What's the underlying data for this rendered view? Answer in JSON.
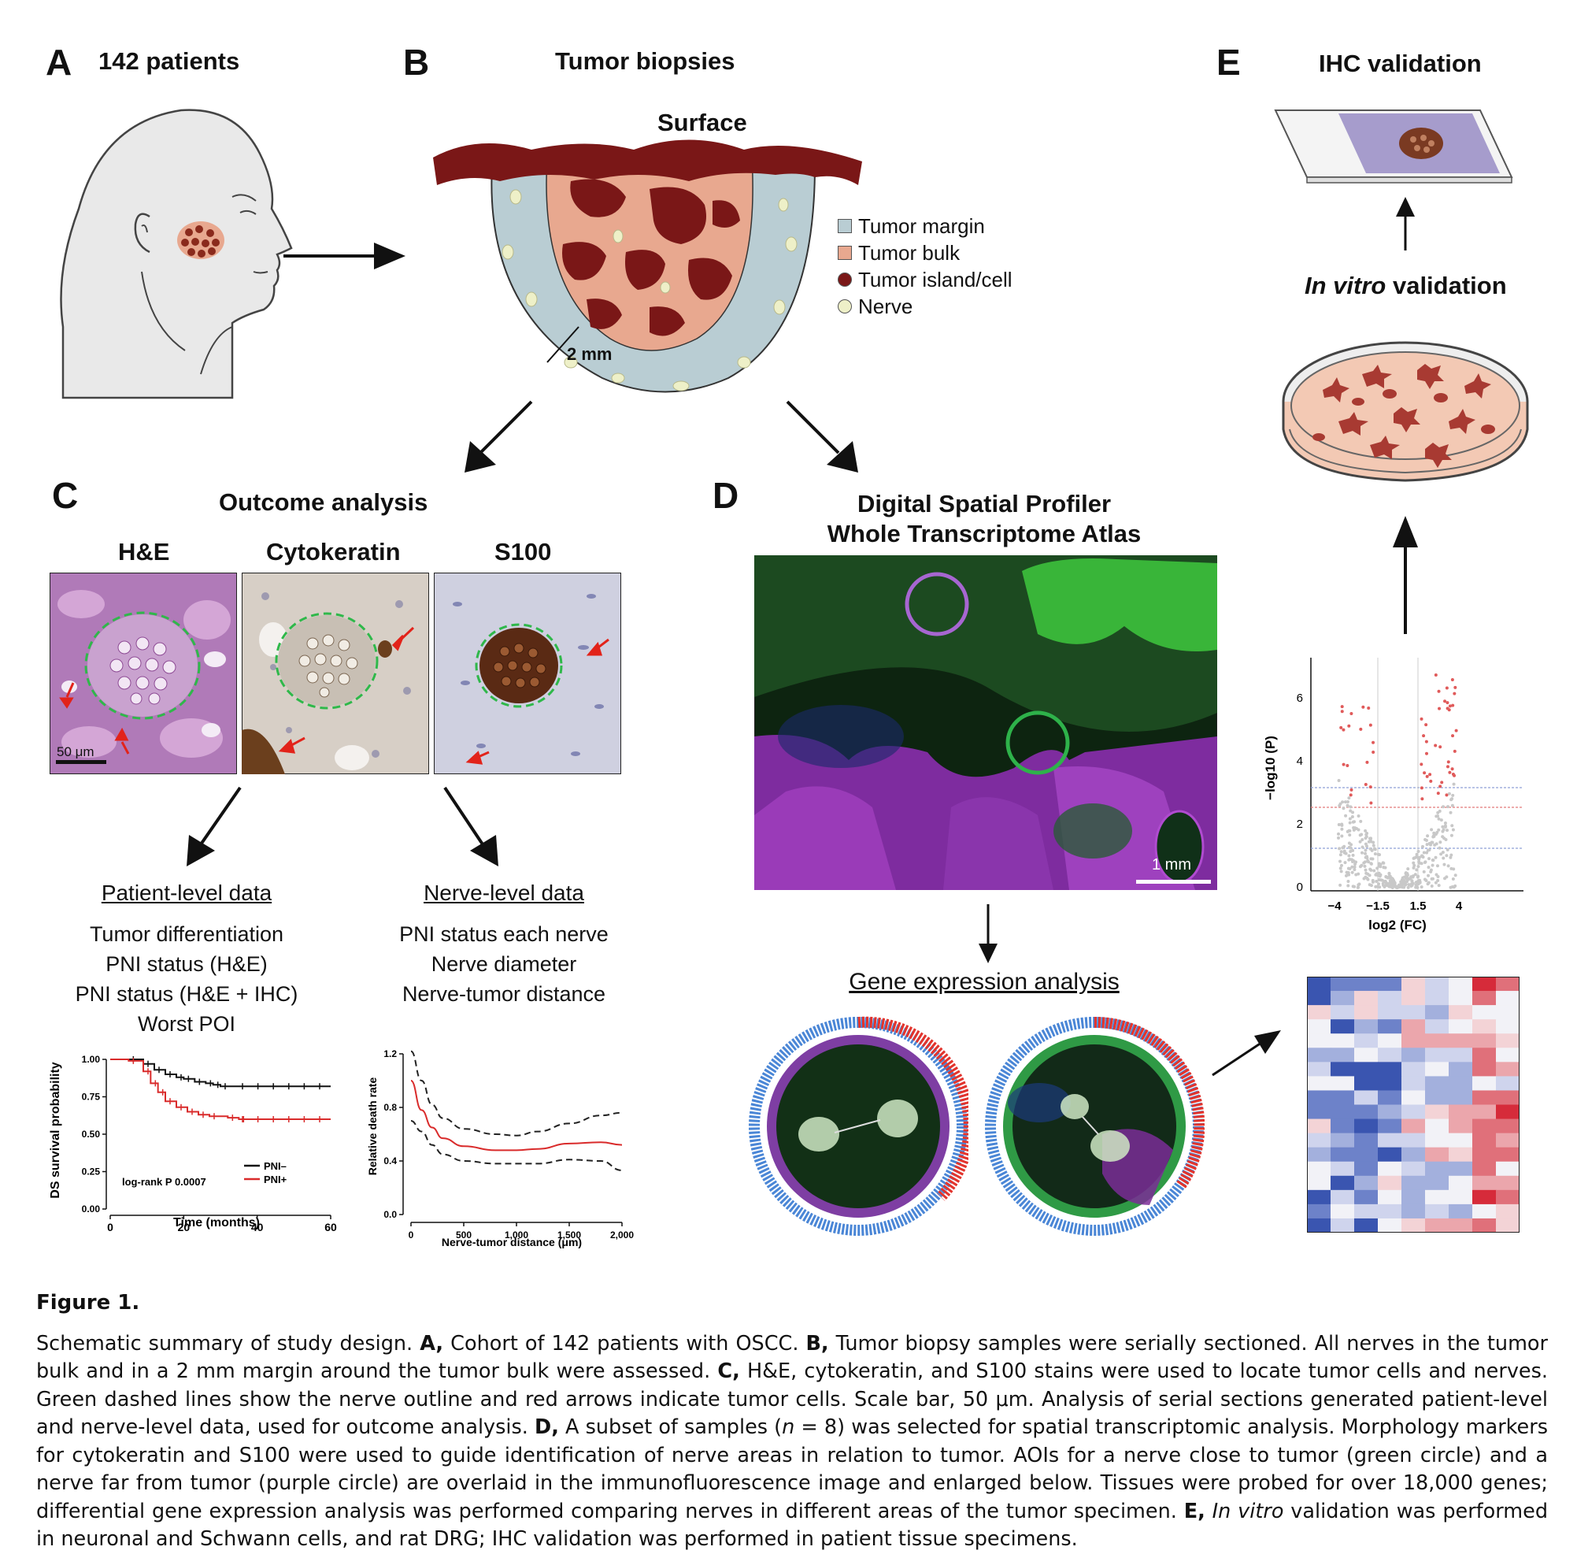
{
  "panelA": {
    "letter": "A",
    "title": "142 patients"
  },
  "panelB": {
    "letter": "B",
    "title": "Tumor biopsies",
    "surface": "Surface",
    "margin_label": "2 mm",
    "legend": [
      {
        "label": "Tumor margin",
        "color": "#b9cdd3"
      },
      {
        "label": "Tumor bulk",
        "color": "#e8a88f"
      },
      {
        "label": "Tumor island/cell",
        "color": "#7a1717"
      },
      {
        "label": "Nerve",
        "color": "#eef0c8"
      }
    ]
  },
  "panelC": {
    "letter": "C",
    "title": "Outcome analysis",
    "stains": [
      "H&E",
      "Cytokeratin",
      "S100"
    ],
    "scalebar": "50 μm",
    "patient_heading": "Patient-level data",
    "patient_items": [
      "Tumor differentiation",
      "PNI status (H&E)",
      "PNI status (H&E + IHC)",
      "Worst POI"
    ],
    "nerve_heading": "Nerve-level data",
    "nerve_items": [
      "PNI status each nerve",
      "Nerve diameter",
      "Nerve-tumor distance"
    ],
    "km": {
      "ylabel": "DS survival probability",
      "xlabel": "Time (months)",
      "yticks": [
        "0.00",
        "0.25",
        "0.50",
        "0.75",
        "1.00"
      ],
      "xticks": [
        "0",
        "20",
        "40",
        "60"
      ],
      "annotation": "log-rank P 0.0007",
      "legend": [
        "PNI–",
        "PNI+"
      ]
    },
    "rdr": {
      "ylabel": "Relative death rate",
      "xlabel": "Nerve-tumor distance (μm)",
      "yticks": [
        "0.0",
        "0.4",
        "0.8",
        "1.2"
      ],
      "xticks": [
        "0",
        "500",
        "1,000",
        "1,500",
        "2,000"
      ]
    }
  },
  "panelD": {
    "letter": "D",
    "title_line1": "Digital Spatial Profiler",
    "title_line2": "Whole Transcriptome Atlas",
    "scalebar": "1 mm",
    "gea": "Gene expression analysis"
  },
  "panelE": {
    "letter": "E",
    "title": "IHC validation",
    "invitro_italic": "In vitro",
    "invitro_rest": " validation",
    "volcano": {
      "ylabel": "−log10 (P)",
      "xlabel": "log2 (FC)",
      "yticks": [
        "0",
        "2",
        "4",
        "6"
      ],
      "xticks": [
        "−4",
        "−1.5",
        "1.5",
        "4"
      ]
    }
  },
  "caption": {
    "fig": "Figure 1.",
    "intro": "Schematic summary of study design. ",
    "A_label": "A,",
    "A_text": " Cohort of 142 patients with OSCC. ",
    "B_label": "B,",
    "B_text": " Tumor biopsy samples were serially sectioned. All nerves in the tumor bulk and in a 2 mm margin around the tumor bulk were assessed. ",
    "C_label": "C,",
    "C_text": " H&E, cytokeratin, and S100 stains were used to locate tumor cells and nerves. Green dashed lines show the nerve outline and red arrows indicate tumor cells. Scale bar, 50 μm. Analysis of serial sections generated patient-level and nerve-level data, used for outcome analysis. ",
    "D_label": "D,",
    "D_text1": " A subset of samples (",
    "D_n": "n",
    "D_text2": " = 8) was selected for spatial transcriptomic analysis. Morphology markers for cytokeratin and S100 were used to guide identification of nerve areas in relation to tumor. AOIs for a nerve close to tumor (green circle) and a nerve far from tumor (purple circle) are overlaid in the immunofluorescence image and enlarged below. Tissues were probed for over 18,000 genes; differential gene expression analysis was performed comparing nerves in different areas of the tumor specimen. ",
    "E_label": "E,",
    "E_italic": " In vitro",
    "E_text": " validation was performed in neuronal and Schwann cells, and rat DRG; IHC validation was performed in patient tissue specimens."
  },
  "chart_data": [
    {
      "type": "line",
      "title": "",
      "xlabel": "Time (months)",
      "ylabel": "DS survival probability",
      "xlim": [
        0,
        60
      ],
      "ylim": [
        0,
        1
      ],
      "series": [
        {
          "name": "PNI–",
          "color": "#111111",
          "x": [
            0,
            5,
            9,
            12,
            15,
            18,
            20,
            23,
            26,
            28,
            30,
            60
          ],
          "y": [
            1.0,
            1.0,
            0.97,
            0.93,
            0.9,
            0.88,
            0.87,
            0.85,
            0.84,
            0.83,
            0.82,
            0.82
          ]
        },
        {
          "name": "PNI+",
          "color": "#d92b2b",
          "x": [
            0,
            5,
            9,
            11,
            13,
            15,
            18,
            21,
            24,
            27,
            32,
            35,
            60
          ],
          "y": [
            1.0,
            0.99,
            0.92,
            0.84,
            0.78,
            0.72,
            0.68,
            0.65,
            0.63,
            0.62,
            0.61,
            0.6,
            0.6
          ]
        }
      ],
      "annotation": "log-rank P 0.0007"
    },
    {
      "type": "line",
      "title": "",
      "xlabel": "Nerve-tumor distance (μm)",
      "ylabel": "Relative death rate",
      "xlim": [
        0,
        2000
      ],
      "ylim": [
        0,
        1.2
      ],
      "series": [
        {
          "name": "",
          "style": "solid",
          "color": "#d92b2b",
          "x": [
            0,
            100,
            200,
            300,
            500,
            800,
            1000,
            1200,
            1500,
            1800,
            2000
          ],
          "y": [
            1.0,
            0.78,
            0.65,
            0.57,
            0.51,
            0.48,
            0.48,
            0.49,
            0.53,
            0.54,
            0.52
          ]
        },
        {
          "name": "",
          "style": "dashed",
          "color": "#222222",
          "x": [
            0,
            100,
            200,
            300,
            500,
            800,
            1000,
            1200,
            1500,
            1800,
            2000
          ],
          "y": [
            1.22,
            1.0,
            0.82,
            0.72,
            0.64,
            0.6,
            0.59,
            0.62,
            0.68,
            0.74,
            0.76
          ]
        },
        {
          "name": "",
          "style": "dashed",
          "color": "#222222",
          "x": [
            0,
            100,
            200,
            300,
            500,
            800,
            1000,
            1200,
            1500,
            1800,
            2000
          ],
          "y": [
            0.7,
            0.62,
            0.52,
            0.45,
            0.4,
            0.38,
            0.38,
            0.38,
            0.41,
            0.4,
            0.33
          ]
        }
      ]
    }
  ]
}
